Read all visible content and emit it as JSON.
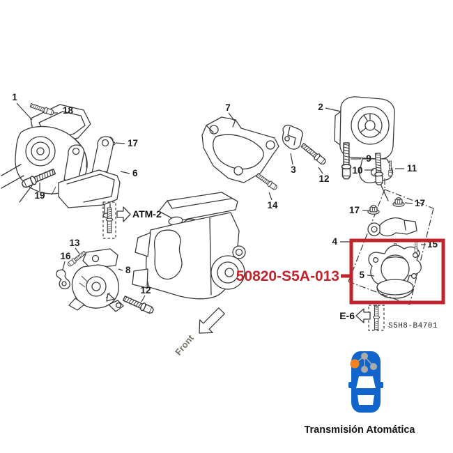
{
  "diagram": {
    "part_labels": {
      "n1": "1",
      "n2": "2",
      "n3": "3",
      "n4": "4",
      "n5": "5",
      "n6": "6",
      "n7": "7",
      "n8": "8",
      "n9": "9",
      "n10": "10",
      "n11": "11",
      "n12": "12",
      "n13": "13",
      "n14": "14",
      "n15": "15",
      "n16": "16",
      "n17": "17",
      "n18": "18",
      "n19": "19"
    },
    "ref_labels": {
      "atm2": "ATM-2",
      "e6": "E-6",
      "front": "Front",
      "stamp": "S5H8-B4701"
    },
    "highlight": {
      "part_number": "50820-S5A-013",
      "box_color": "#c2242d"
    },
    "colors": {
      "line_art": "#3a3a3a",
      "label_text": "#1c1c1c",
      "front_text": "#6f6f60",
      "car_blue": "#1165cb",
      "dot_orange": "#f18121",
      "dot_gray": "#ababab"
    },
    "icons": {
      "atm2_arrow": "arrow-right-outline",
      "e6_arrow": "arrow-left-outline",
      "front_arrow": "arrow-down-left-outline",
      "car": "car-top-view"
    }
  },
  "legend": {
    "caption": "Transmisión Atomática"
  }
}
